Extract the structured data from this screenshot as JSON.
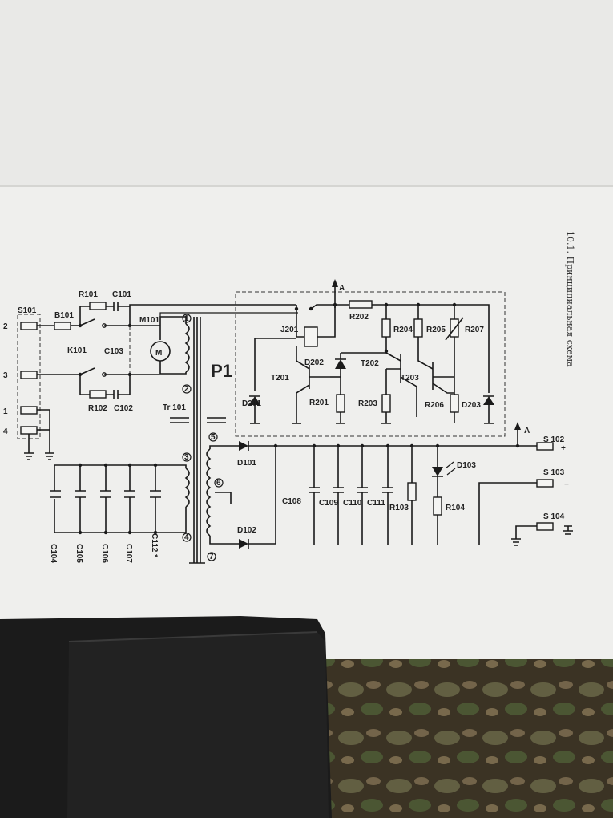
{
  "caption": "10.1. Принципиальная схема",
  "labels": {
    "S101": "S101",
    "B101": "B101",
    "R101": "R101",
    "C101": "C101",
    "K101": "K101",
    "M101": "M101",
    "C103": "C103",
    "R102": "R102",
    "C102": "C102",
    "Tr101": "Tr 101",
    "P1": "P1",
    "J201": "J201",
    "R202": "R202",
    "R204": "R204",
    "R205": "R205",
    "R207": "R207",
    "D202": "D202",
    "T201": "T201",
    "T202": "T202",
    "T203": "T203",
    "D201": "D201",
    "R201": "R201",
    "R203": "R203",
    "R206": "R206",
    "D203": "D203",
    "A": "A",
    "S102": "S 102",
    "S103": "S 103",
    "S104": "S 104",
    "D101": "D101",
    "D102": "D102",
    "D103": "D103",
    "C108": "C108",
    "C109": "C109",
    "C110": "C110",
    "C111": "C111",
    "R103": "R103",
    "R104": "R104",
    "C104": "C104",
    "C105": "C105",
    "C106": "C106",
    "C107": "C107",
    "C112": "C112 *",
    "pin2": "2",
    "pin3": "3",
    "pin1": "1",
    "pin4": "4",
    "w1": "1",
    "w2": "2",
    "w3": "3",
    "w4": "4",
    "w5": "5",
    "w6": "6",
    "w7": "7",
    "plus": "+",
    "minus": "−"
  },
  "colors": {
    "paper": "#efefed",
    "paper_top": "#e9e9e7",
    "ink": "#1a1a1a",
    "fabric": "#3b3324",
    "device": "#1c1c1c"
  }
}
